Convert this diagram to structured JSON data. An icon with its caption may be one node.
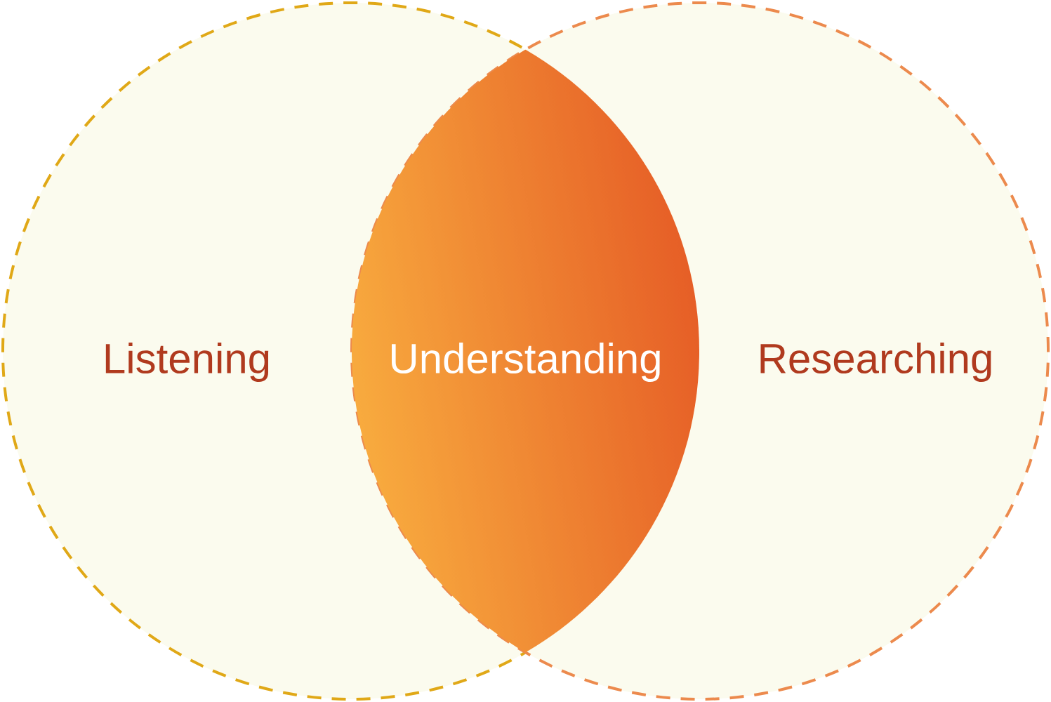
{
  "diagram": {
    "nodes": [
      {
        "text": [
          "Listening"
        ]
      },
      {
        "text": [
          "Understanding"
        ]
      },
      {
        "text": [
          "Researching"
        ]
      }
    ]
  }
}
